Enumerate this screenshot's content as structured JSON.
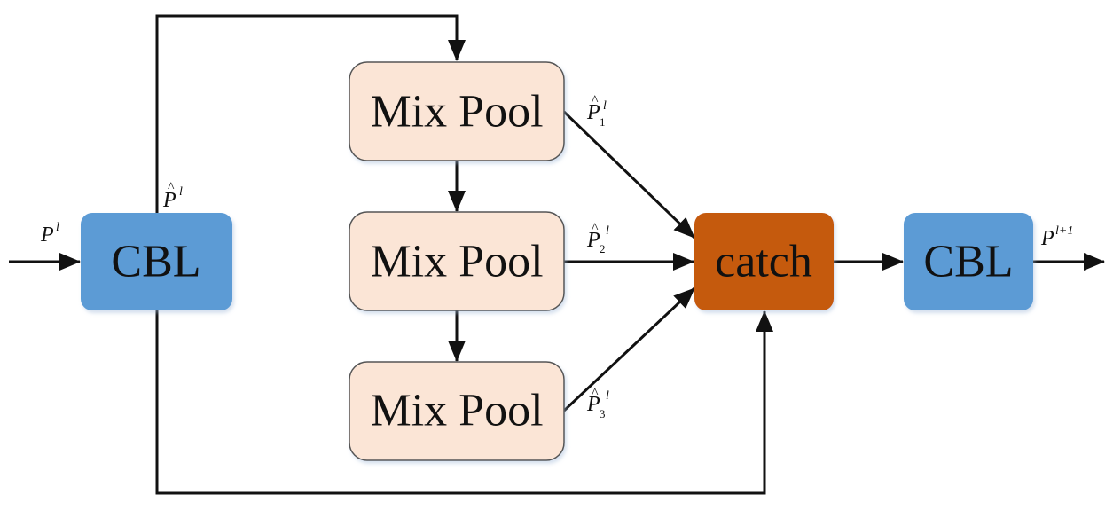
{
  "diagram": {
    "colors": {
      "cbl": "#5b9bd5",
      "mixpool": "#fbe5d6",
      "mixpool_border": "#555555",
      "catch": "#c55a11",
      "line": "#111111"
    },
    "nodes": {
      "cbl_in": {
        "label": "CBL"
      },
      "mixpool_1": {
        "label": "Mix Pool"
      },
      "mixpool_2": {
        "label": "Mix Pool"
      },
      "mixpool_3": {
        "label": "Mix Pool"
      },
      "catch": {
        "label": "catch"
      },
      "cbl_out": {
        "label": "CBL"
      }
    },
    "labels": {
      "input": {
        "base": "P",
        "sup": "l"
      },
      "cbl_out_hat": {
        "hat": "^",
        "base": "P",
        "sup": "l"
      },
      "p1": {
        "hat": "^",
        "base": "P",
        "sub": "1",
        "sup": "l"
      },
      "p2": {
        "hat": "^",
        "base": "P",
        "sub": "2",
        "sup": "l"
      },
      "p3": {
        "hat": "^",
        "base": "P",
        "sub": "3",
        "sup": "l"
      },
      "output": {
        "base": "P",
        "sup": "l+1"
      }
    },
    "edges": [
      {
        "from": "input",
        "to": "cbl_in"
      },
      {
        "from": "cbl_in",
        "to": "mixpool_1"
      },
      {
        "from": "mixpool_1",
        "to": "mixpool_2"
      },
      {
        "from": "mixpool_2",
        "to": "mixpool_3"
      },
      {
        "from": "mixpool_1",
        "to": "catch"
      },
      {
        "from": "mixpool_2",
        "to": "catch"
      },
      {
        "from": "mixpool_3",
        "to": "catch"
      },
      {
        "from": "cbl_in",
        "to": "catch"
      },
      {
        "from": "catch",
        "to": "cbl_out"
      },
      {
        "from": "cbl_out",
        "to": "output"
      }
    ]
  }
}
